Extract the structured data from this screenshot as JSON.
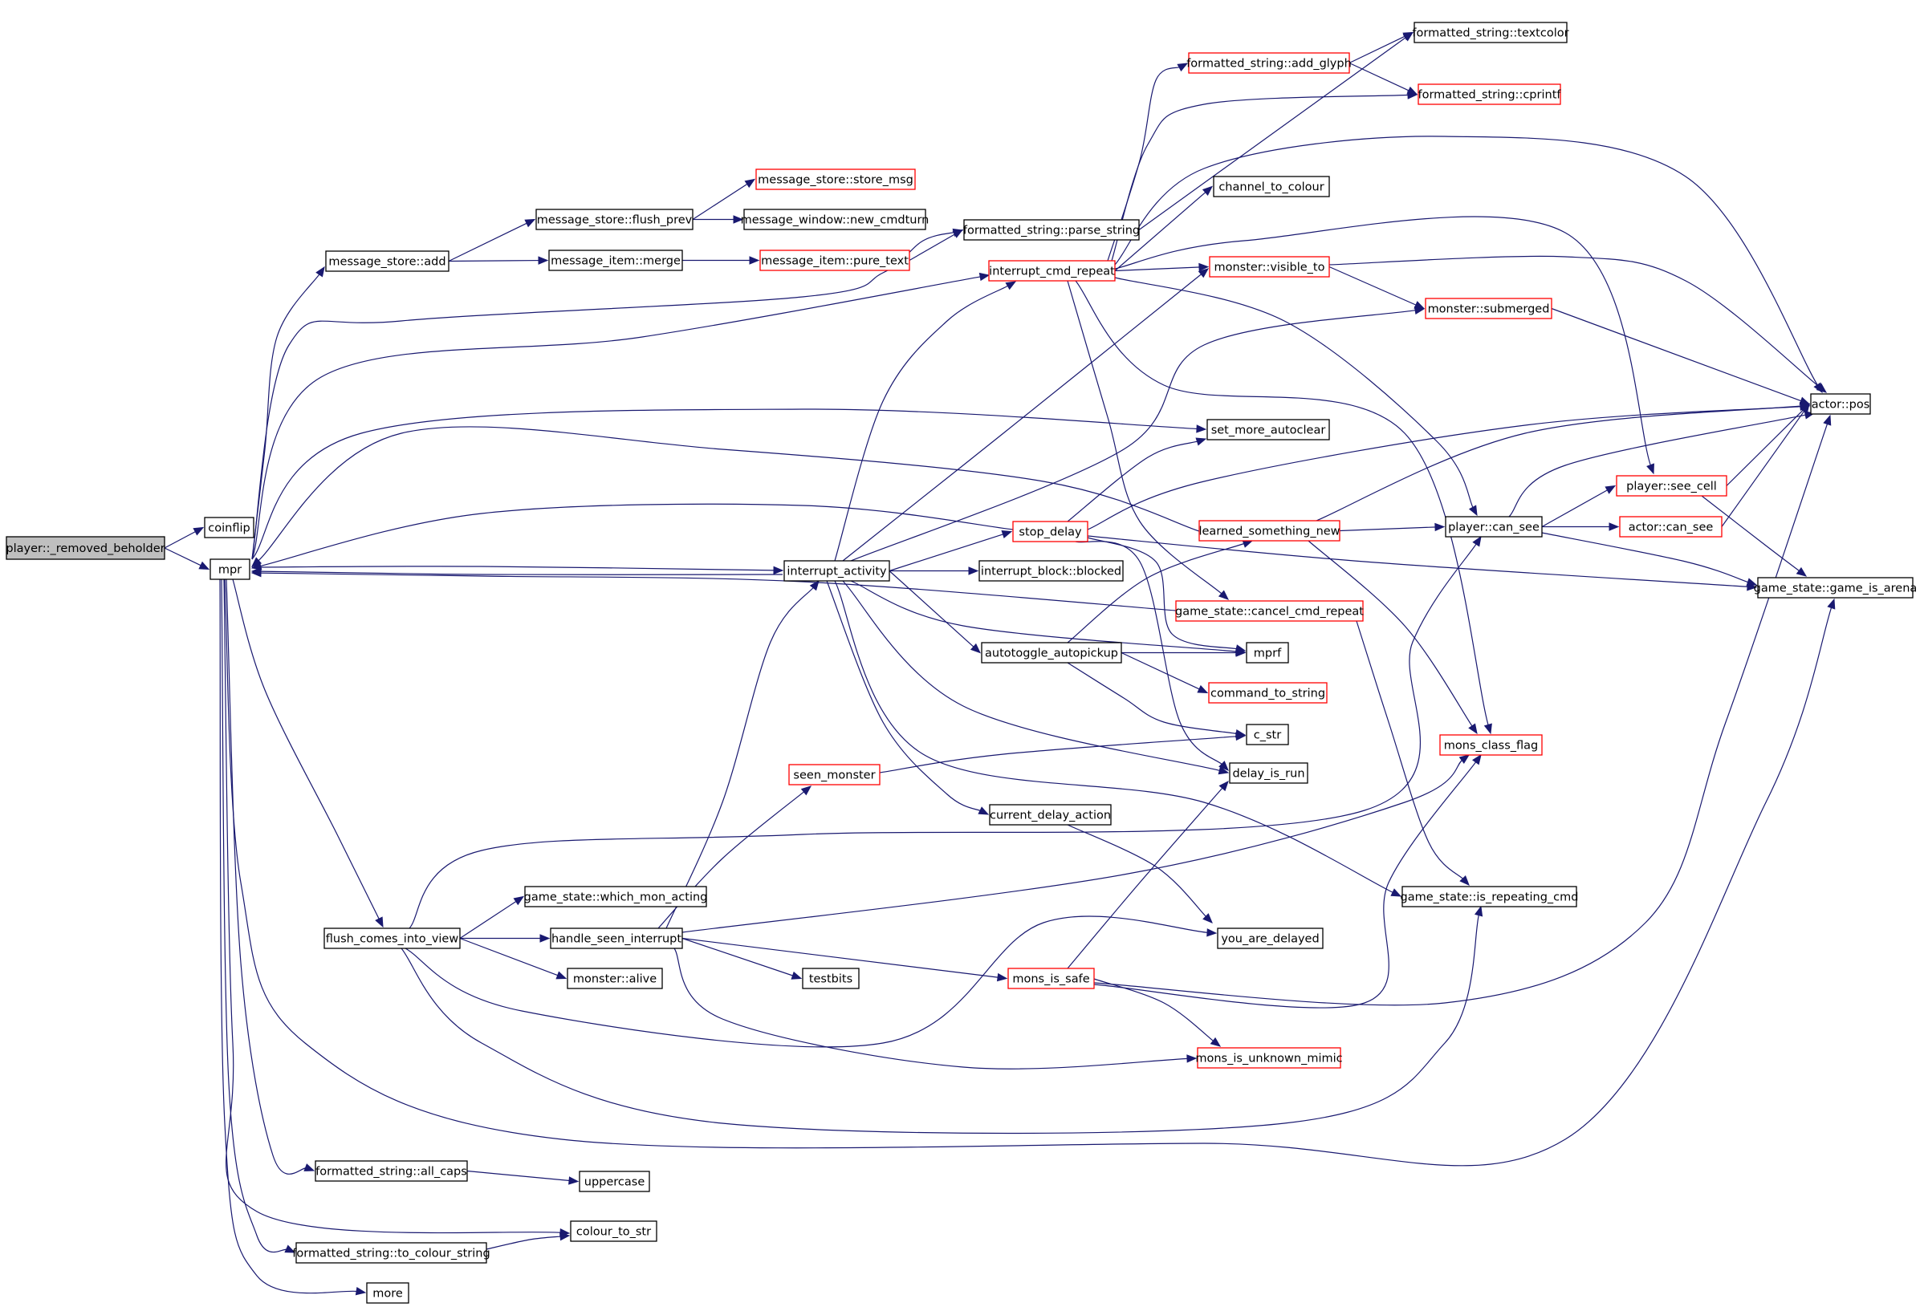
{
  "colors": {
    "edge": "#191970",
    "normal_border": "#000000",
    "truncated_border": "#ff0000",
    "root_fill": "#bfbfbf",
    "node_fill": "#ffffff"
  },
  "graph": {
    "nodes": [
      {
        "id": "root",
        "label": "player::_removed_beholder",
        "style": "root"
      },
      {
        "id": "coinflip",
        "label": "coinflip",
        "style": "normal"
      },
      {
        "id": "mpr",
        "label": "mpr",
        "style": "normal"
      },
      {
        "id": "ms_add",
        "label": "message_store::add",
        "style": "normal"
      },
      {
        "id": "ms_flush_prev",
        "label": "message_store::flush_prev",
        "style": "normal"
      },
      {
        "id": "ms_store_msg",
        "label": "message_store::store_msg",
        "style": "truncated"
      },
      {
        "id": "mw_new_cmdturn",
        "label": "message_window::new_cmdturn",
        "style": "normal"
      },
      {
        "id": "mi_merge",
        "label": "message_item::merge",
        "style": "normal"
      },
      {
        "id": "mi_pure_text",
        "label": "message_item::pure_text",
        "style": "truncated"
      },
      {
        "id": "fs_parse_string",
        "label": "formatted_string::parse_string",
        "style": "normal"
      },
      {
        "id": "fs_textcolor",
        "label": "formatted_string::textcolor",
        "style": "normal"
      },
      {
        "id": "fs_add_glyph",
        "label": "formatted_string::add_glyph",
        "style": "truncated"
      },
      {
        "id": "fs_cprintf",
        "label": "formatted_string::cprintf",
        "style": "truncated"
      },
      {
        "id": "channel_to_colour",
        "label": "channel_to_colour",
        "style": "normal"
      },
      {
        "id": "interrupt_cmd_repeat",
        "label": "interrupt_cmd_repeat",
        "style": "truncated"
      },
      {
        "id": "monster_visible_to",
        "label": "monster::visible_to",
        "style": "truncated"
      },
      {
        "id": "monster_submerged",
        "label": "monster::submerged",
        "style": "truncated"
      },
      {
        "id": "actor_pos",
        "label": "actor::pos",
        "style": "normal"
      },
      {
        "id": "set_more_autoclear",
        "label": "set_more_autoclear",
        "style": "normal"
      },
      {
        "id": "player_see_cell",
        "label": "player::see_cell",
        "style": "truncated"
      },
      {
        "id": "stop_delay",
        "label": "stop_delay",
        "style": "truncated"
      },
      {
        "id": "learned_something_new",
        "label": "learned_something_new",
        "style": "truncated"
      },
      {
        "id": "player_can_see",
        "label": "player::can_see",
        "style": "normal"
      },
      {
        "id": "actor_can_see",
        "label": "actor::can_see",
        "style": "truncated"
      },
      {
        "id": "interrupt_activity",
        "label": "interrupt_activity",
        "style": "normal"
      },
      {
        "id": "interrupt_block_blocked",
        "label": "interrupt_block::blocked",
        "style": "normal"
      },
      {
        "id": "gs_game_is_arena",
        "label": "game_state::game_is_arena",
        "style": "normal"
      },
      {
        "id": "gs_cancel_cmd_repeat",
        "label": "game_state::cancel_cmd_repeat",
        "style": "truncated"
      },
      {
        "id": "autotoggle_autopickup",
        "label": "autotoggle_autopickup",
        "style": "normal"
      },
      {
        "id": "mprf",
        "label": "mprf",
        "style": "normal"
      },
      {
        "id": "command_to_string",
        "label": "command_to_string",
        "style": "truncated"
      },
      {
        "id": "c_str",
        "label": "c_str",
        "style": "normal"
      },
      {
        "id": "seen_monster",
        "label": "seen_monster",
        "style": "truncated"
      },
      {
        "id": "mons_class_flag",
        "label": "mons_class_flag",
        "style": "truncated"
      },
      {
        "id": "delay_is_run",
        "label": "delay_is_run",
        "style": "normal"
      },
      {
        "id": "current_delay_action",
        "label": "current_delay_action",
        "style": "normal"
      },
      {
        "id": "gs_which_mon_acting",
        "label": "game_state::which_mon_acting",
        "style": "normal"
      },
      {
        "id": "gs_is_repeating_cmd",
        "label": "game_state::is_repeating_cmd",
        "style": "normal"
      },
      {
        "id": "flush_comes_into_view",
        "label": "flush_comes_into_view",
        "style": "normal"
      },
      {
        "id": "handle_seen_interrupt",
        "label": "handle_seen_interrupt",
        "style": "normal"
      },
      {
        "id": "you_are_delayed",
        "label": "you_are_delayed",
        "style": "normal"
      },
      {
        "id": "monster_alive",
        "label": "monster::alive",
        "style": "normal"
      },
      {
        "id": "mons_is_safe",
        "label": "mons_is_safe",
        "style": "truncated"
      },
      {
        "id": "testbits",
        "label": "testbits",
        "style": "normal"
      },
      {
        "id": "mons_is_unknown_mimic",
        "label": "mons_is_unknown_mimic",
        "style": "truncated"
      },
      {
        "id": "fs_all_caps",
        "label": "formatted_string::all_caps",
        "style": "normal"
      },
      {
        "id": "uppercase",
        "label": "uppercase",
        "style": "normal"
      },
      {
        "id": "colour_to_str",
        "label": "colour_to_str",
        "style": "normal"
      },
      {
        "id": "fs_to_colour_string",
        "label": "formatted_string::to_colour_string",
        "style": "normal"
      },
      {
        "id": "more",
        "label": "more",
        "style": "normal"
      }
    ],
    "edges": [
      [
        "root",
        "coinflip"
      ],
      [
        "root",
        "mpr"
      ],
      [
        "mpr",
        "ms_add"
      ],
      [
        "mpr",
        "fs_parse_string"
      ],
      [
        "mpr",
        "interrupt_cmd_repeat"
      ],
      [
        "mpr",
        "set_more_autoclear"
      ],
      [
        "mpr",
        "interrupt_activity"
      ],
      [
        "mpr",
        "flush_comes_into_view"
      ],
      [
        "mpr",
        "gs_game_is_arena"
      ],
      [
        "mpr",
        "fs_all_caps"
      ],
      [
        "mpr",
        "colour_to_str"
      ],
      [
        "mpr",
        "fs_to_colour_string"
      ],
      [
        "mpr",
        "more"
      ],
      [
        "ms_add",
        "ms_flush_prev"
      ],
      [
        "ms_add",
        "mi_merge"
      ],
      [
        "ms_flush_prev",
        "ms_store_msg"
      ],
      [
        "ms_flush_prev",
        "mw_new_cmdturn"
      ],
      [
        "mi_merge",
        "mi_pure_text"
      ],
      [
        "mi_pure_text",
        "fs_parse_string"
      ],
      [
        "fs_parse_string",
        "fs_textcolor"
      ],
      [
        "interrupt_cmd_repeat",
        "fs_add_glyph"
      ],
      [
        "interrupt_cmd_repeat",
        "fs_cprintf"
      ],
      [
        "interrupt_cmd_repeat",
        "channel_to_colour"
      ],
      [
        "interrupt_cmd_repeat",
        "monster_visible_to"
      ],
      [
        "interrupt_cmd_repeat",
        "actor_pos"
      ],
      [
        "interrupt_cmd_repeat",
        "player_see_cell"
      ],
      [
        "interrupt_cmd_repeat",
        "player_can_see"
      ],
      [
        "interrupt_cmd_repeat",
        "gs_cancel_cmd_repeat"
      ],
      [
        "interrupt_cmd_repeat",
        "mons_class_flag"
      ],
      [
        "fs_add_glyph",
        "fs_textcolor"
      ],
      [
        "fs_add_glyph",
        "fs_cprintf"
      ],
      [
        "monster_visible_to",
        "monster_submerged"
      ],
      [
        "monster_visible_to",
        "actor_pos"
      ],
      [
        "monster_submerged",
        "actor_pos"
      ],
      [
        "interrupt_activity",
        "interrupt_cmd_repeat"
      ],
      [
        "interrupt_activity",
        "monster_visible_to"
      ],
      [
        "interrupt_activity",
        "monster_submerged"
      ],
      [
        "interrupt_activity",
        "stop_delay"
      ],
      [
        "interrupt_activity",
        "interrupt_block_blocked"
      ],
      [
        "interrupt_activity",
        "mpr"
      ],
      [
        "interrupt_activity",
        "autotoggle_autopickup"
      ],
      [
        "interrupt_activity",
        "current_delay_action"
      ],
      [
        "interrupt_activity",
        "delay_is_run"
      ],
      [
        "interrupt_activity",
        "gs_is_repeating_cmd"
      ],
      [
        "interrupt_activity",
        "mprf"
      ],
      [
        "stop_delay",
        "mpr"
      ],
      [
        "stop_delay",
        "set_more_autoclear"
      ],
      [
        "stop_delay",
        "actor_pos"
      ],
      [
        "stop_delay",
        "gs_game_is_arena"
      ],
      [
        "stop_delay",
        "mprf"
      ],
      [
        "stop_delay",
        "delay_is_run"
      ],
      [
        "learned_something_new",
        "mpr"
      ],
      [
        "learned_something_new",
        "player_can_see"
      ],
      [
        "learned_something_new",
        "actor_pos"
      ],
      [
        "learned_something_new",
        "mons_class_flag"
      ],
      [
        "player_can_see",
        "player_see_cell"
      ],
      [
        "player_can_see",
        "actor_can_see"
      ],
      [
        "player_can_see",
        "actor_pos"
      ],
      [
        "player_can_see",
        "gs_game_is_arena"
      ],
      [
        "player_see_cell",
        "actor_pos"
      ],
      [
        "player_see_cell",
        "gs_game_is_arena"
      ],
      [
        "actor_can_see",
        "actor_pos"
      ],
      [
        "gs_cancel_cmd_repeat",
        "mpr"
      ],
      [
        "gs_cancel_cmd_repeat",
        "gs_is_repeating_cmd"
      ],
      [
        "autotoggle_autopickup",
        "learned_something_new"
      ],
      [
        "autotoggle_autopickup",
        "mprf"
      ],
      [
        "autotoggle_autopickup",
        "command_to_string"
      ],
      [
        "autotoggle_autopickup",
        "c_str"
      ],
      [
        "seen_monster",
        "c_str"
      ],
      [
        "current_delay_action",
        "you_are_delayed"
      ],
      [
        "flush_comes_into_view",
        "gs_which_mon_acting"
      ],
      [
        "flush_comes_into_view",
        "handle_seen_interrupt"
      ],
      [
        "flush_comes_into_view",
        "monster_alive"
      ],
      [
        "flush_comes_into_view",
        "player_can_see"
      ],
      [
        "flush_comes_into_view",
        "you_are_delayed"
      ],
      [
        "flush_comes_into_view",
        "gs_is_repeating_cmd"
      ],
      [
        "handle_seen_interrupt",
        "seen_monster"
      ],
      [
        "handle_seen_interrupt",
        "interrupt_activity"
      ],
      [
        "handle_seen_interrupt",
        "mons_class_flag"
      ],
      [
        "handle_seen_interrupt",
        "mons_is_safe"
      ],
      [
        "handle_seen_interrupt",
        "testbits"
      ],
      [
        "handle_seen_interrupt",
        "mons_is_unknown_mimic"
      ],
      [
        "mons_is_safe",
        "mons_is_unknown_mimic"
      ],
      [
        "mons_is_safe",
        "delay_is_run"
      ],
      [
        "mons_is_safe",
        "actor_pos"
      ],
      [
        "mons_is_safe",
        "mons_class_flag"
      ],
      [
        "fs_all_caps",
        "uppercase"
      ],
      [
        "fs_to_colour_string",
        "colour_to_str"
      ]
    ]
  }
}
